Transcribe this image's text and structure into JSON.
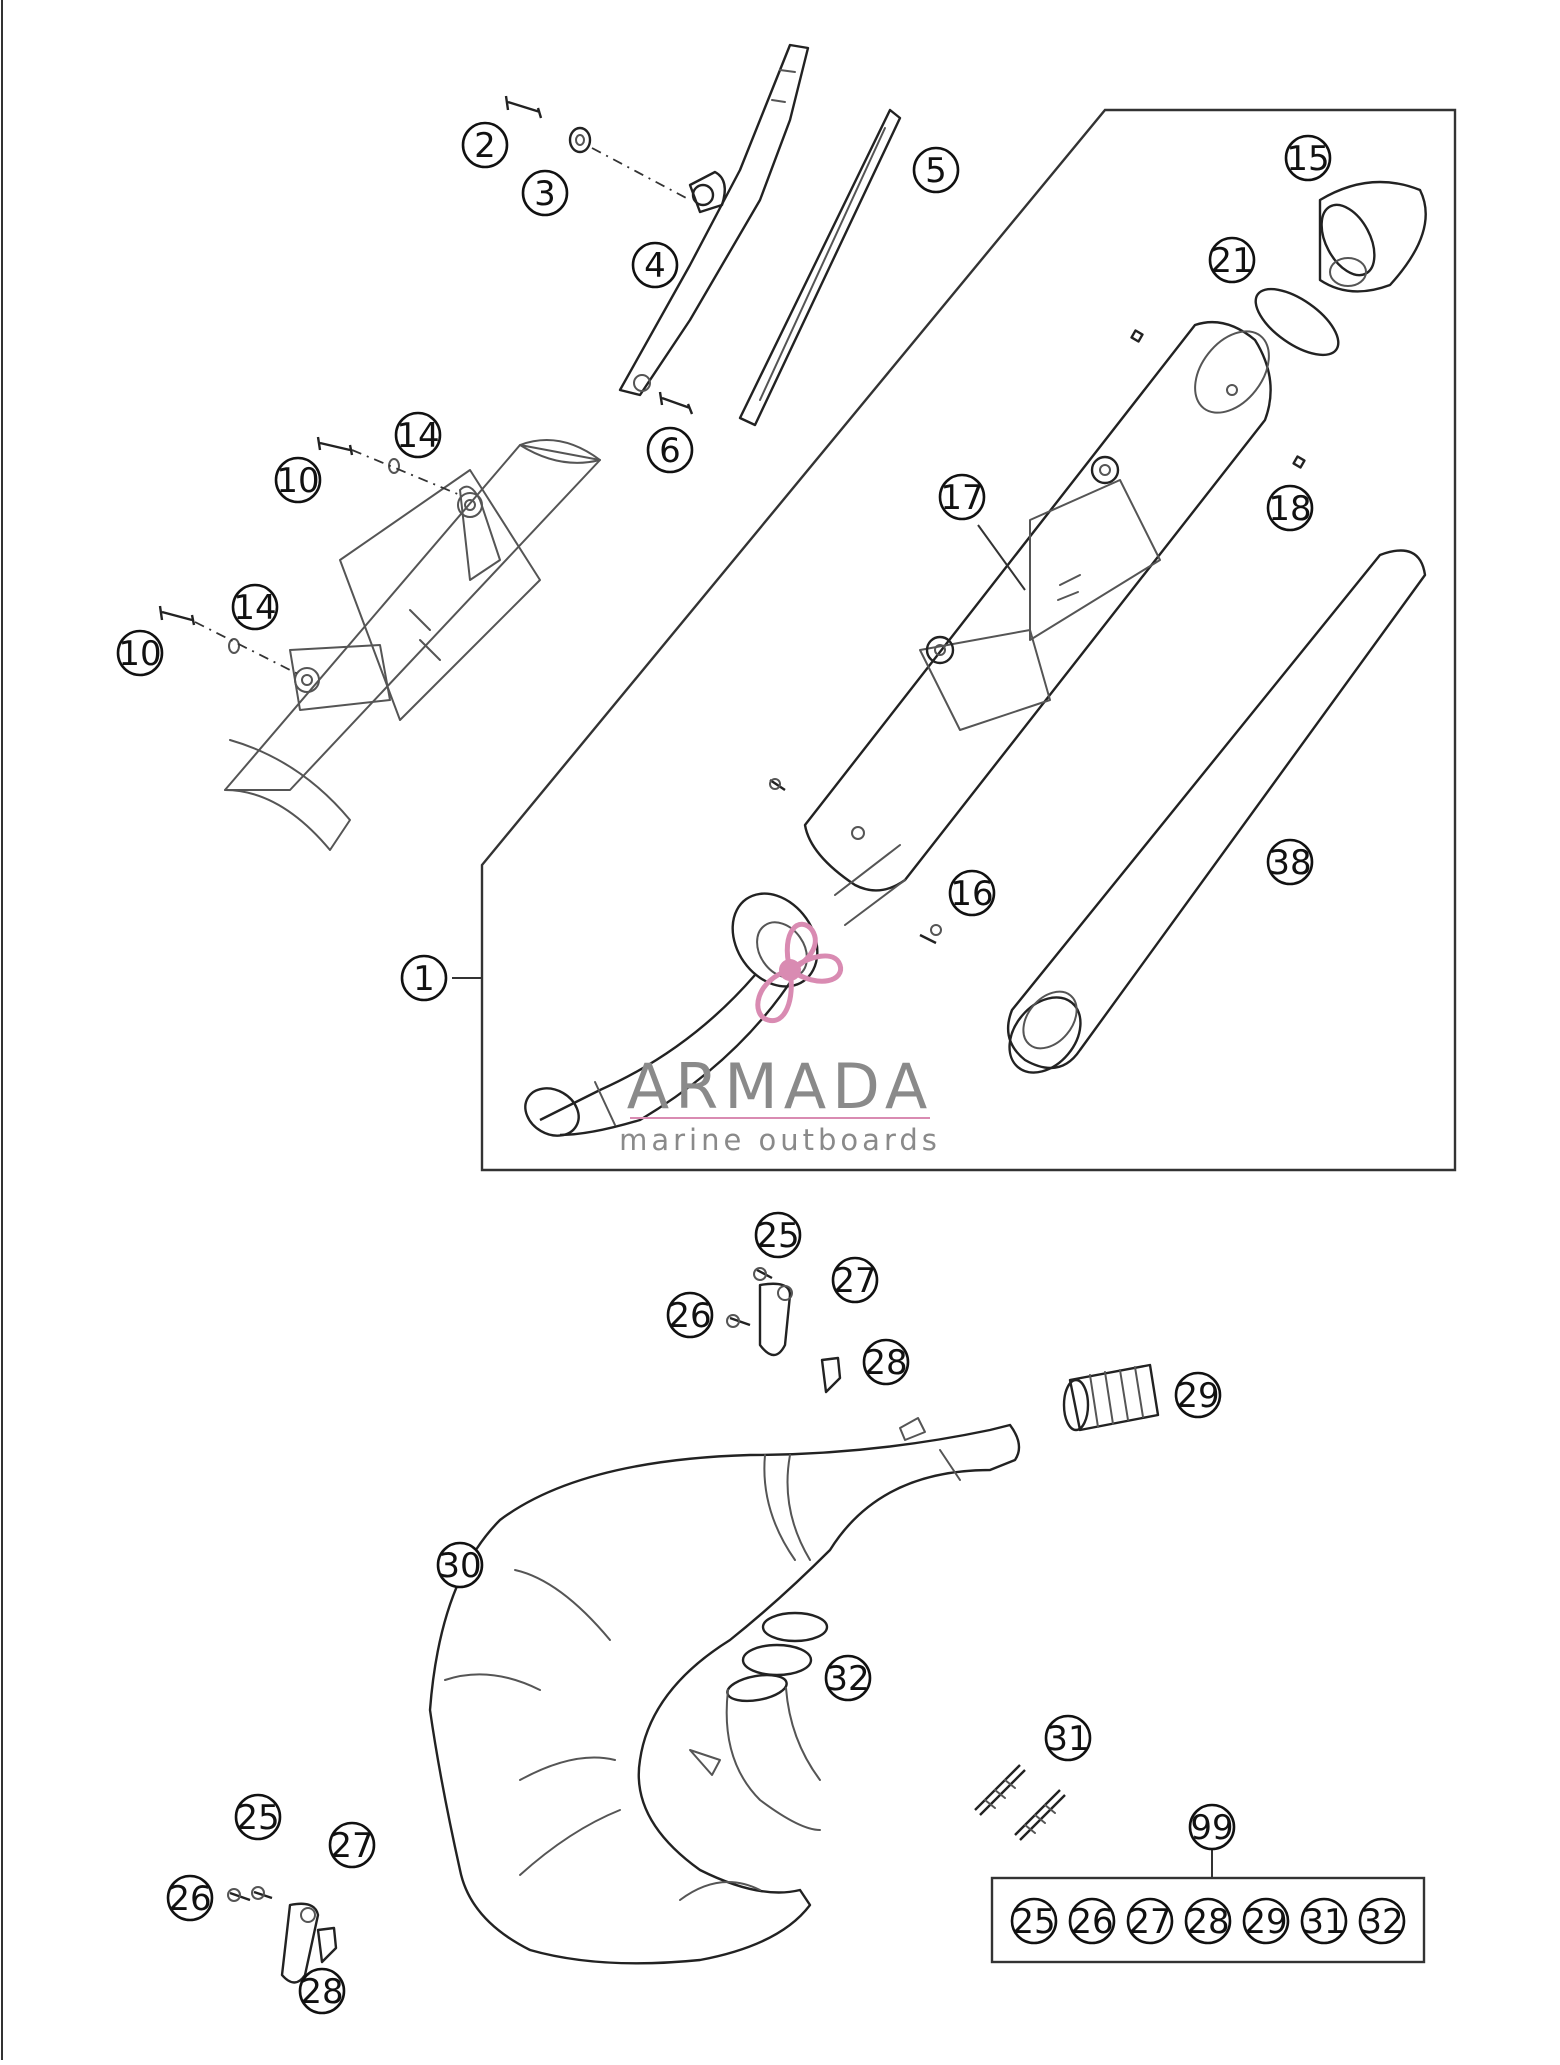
{
  "watermark": {
    "title": "ARMADA",
    "subtitle": "marine outboards",
    "accent_color": "#d98bb2"
  },
  "callouts": [
    "1",
    "2",
    "3",
    "4",
    "5",
    "6",
    "10",
    "14",
    "15",
    "16",
    "17",
    "18",
    "21",
    "25",
    "26",
    "27",
    "28",
    "29",
    "30",
    "31",
    "32",
    "38",
    "99"
  ],
  "kit_items": [
    "25",
    "26",
    "27",
    "28",
    "29",
    "31",
    "32"
  ]
}
